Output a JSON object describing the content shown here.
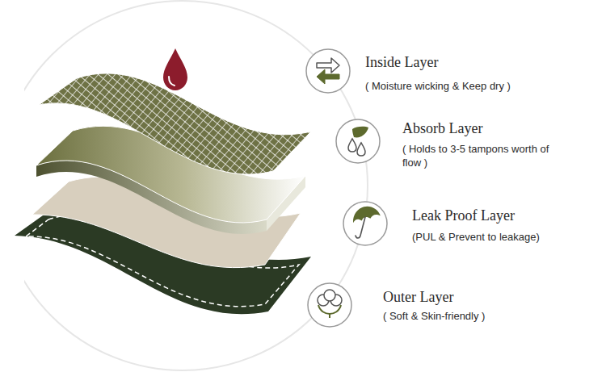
{
  "diagram": {
    "nodes": [
      {
        "text": [
          "Inside Layer",
          "( Moisture wicking & Keep dry )"
        ]
      },
      {
        "text": [
          "Absorb Layer",
          "( Holds to 3-5 tampons worth of flow )"
        ]
      },
      {
        "text": [
          "Leak Proof Layer",
          "(PUL & Prevent to leakage)"
        ]
      },
      {
        "text": [
          "Outer Layer",
          "( Soft & Skin-friendly )"
        ]
      }
    ]
  }
}
